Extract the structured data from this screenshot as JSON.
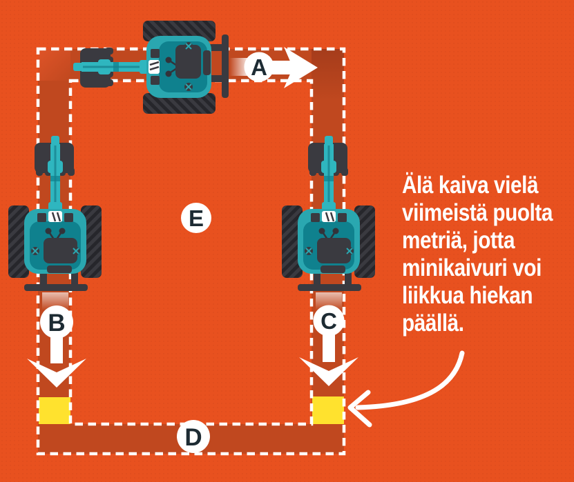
{
  "figure": {
    "type": "excavation-instruction-diagram",
    "labels": {
      "a": "A",
      "b": "B",
      "c": "C",
      "d": "D",
      "e": "E"
    },
    "note": {
      "full_text": "Älä kaiva vielä viimeistä puolta metriä, jotta minikaivuri voi liikkua hiekan päällä.",
      "lines": [
        "Älä kaiva vielä",
        "viimeistä puolta",
        "metriä, jotta",
        "minikaivuri voi",
        "liikkua hiekan",
        "päällä."
      ]
    },
    "colors": {
      "background": "#E8511F",
      "trench_dug": "#C0481F",
      "sand_patch_yellow": "#FFE22E",
      "machine_teal": "#2AA7B0",
      "machine_arm_teal": "#2FB6BF",
      "machine_dark": "#3A3A40",
      "outline_white": "#FFFFFF",
      "label_text": "#1D2B33"
    }
  }
}
